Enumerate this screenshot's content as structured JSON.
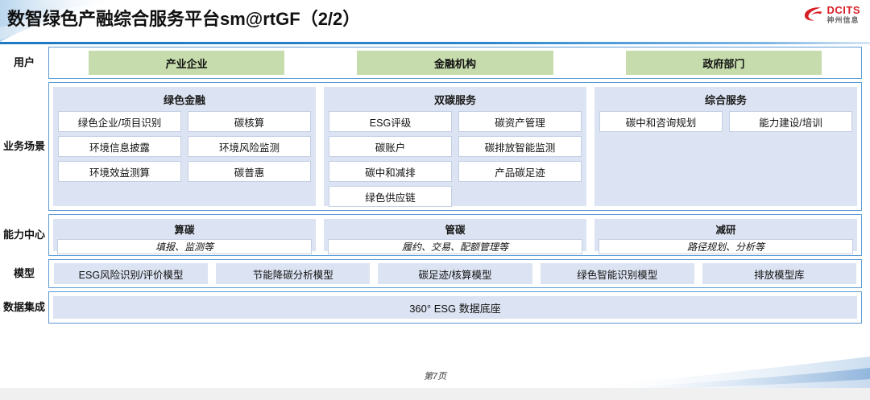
{
  "header": {
    "title": "数智绿色产融综合服务平台sm@rtGF（2/2）",
    "logo": {
      "name": "dcits-logo",
      "en": "DCITS",
      "cn": "神州信息",
      "color": "#d81f26"
    }
  },
  "theme": {
    "panel_border": "#5b9bd5",
    "group_bg": "#dce3f2",
    "chip_bg": "#ffffff",
    "user_green": "#c6dcac",
    "rule_blue": "#1f7ac4"
  },
  "rows": [
    {
      "label": "用户",
      "type": "user",
      "items": [
        "产业企业",
        "金融机构",
        "政府部门"
      ]
    },
    {
      "label": "业务场景",
      "type": "scenario",
      "groups": [
        {
          "title": "绿色金融",
          "chips": [
            "绿色企业/项目识别",
            "碳核算",
            "环境信息披露",
            "环境风险监测",
            "环境效益测算",
            "碳普惠"
          ]
        },
        {
          "title": "双碳服务",
          "chips": [
            "ESG评级",
            "碳资产管理",
            "碳账户",
            "碳排放智能监测",
            "碳中和减排",
            "产品碳足迹",
            "绿色供应链"
          ]
        },
        {
          "title": "综合服务",
          "chips": [
            "碳中和咨询规划",
            "能力建设/培训"
          ]
        }
      ]
    },
    {
      "label": "能力中心",
      "type": "capability",
      "groups": [
        {
          "title": "算碳",
          "sub": "填报、监测等"
        },
        {
          "title": "管碳",
          "sub": "履约、交易、配额管理等"
        },
        {
          "title": "减研",
          "sub": "路径规划、分析等"
        }
      ]
    },
    {
      "label": "模型",
      "type": "model",
      "items": [
        "ESG风险识别/评价模型",
        "节能降碳分析模型",
        "碳足迹/核算模型",
        "绿色智能识别模型",
        "排放模型库"
      ]
    },
    {
      "label": "数据集成",
      "type": "data",
      "items": [
        "360° ESG 数据底座"
      ]
    }
  ],
  "footer": {
    "page": "第7页"
  }
}
